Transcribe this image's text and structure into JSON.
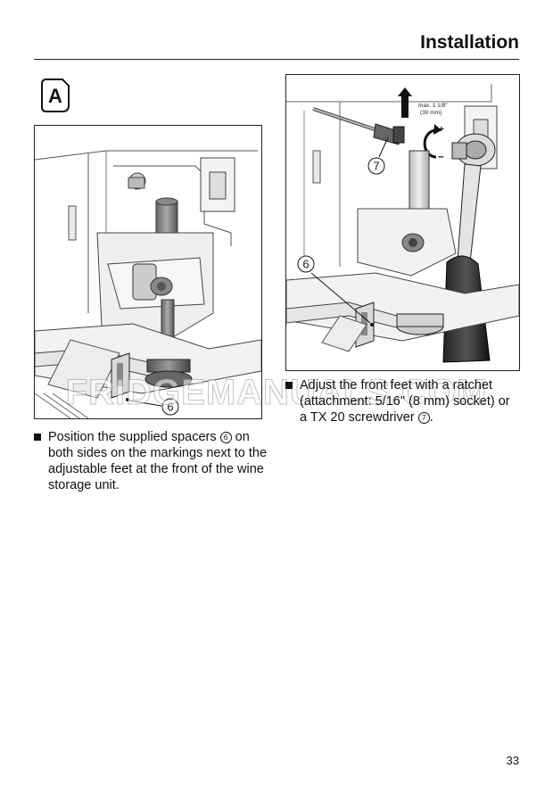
{
  "header": {
    "title": "Installation"
  },
  "section_badge": "A",
  "figure_left": {
    "callout": "6"
  },
  "figure_right": {
    "callout_6": "6",
    "callout_7": "7",
    "max_label_line1": "max. 1 1/8\"",
    "max_label_line2": "(30 mm)"
  },
  "instructions": {
    "left": {
      "pre": "Position the supplied spacers ",
      "ref": "6",
      "post": " on both sides on the markings next to the adjustable feet at the front of the wine storage unit."
    },
    "right": {
      "pre": "Adjust the front feet with a ratchet (attachment: 5/16\" (8 mm) socket) or a TX 20 screwdriver ",
      "ref": "7",
      "post": "."
    }
  },
  "watermark": "FRIDGEMANUALS.COM",
  "page_number": "33"
}
